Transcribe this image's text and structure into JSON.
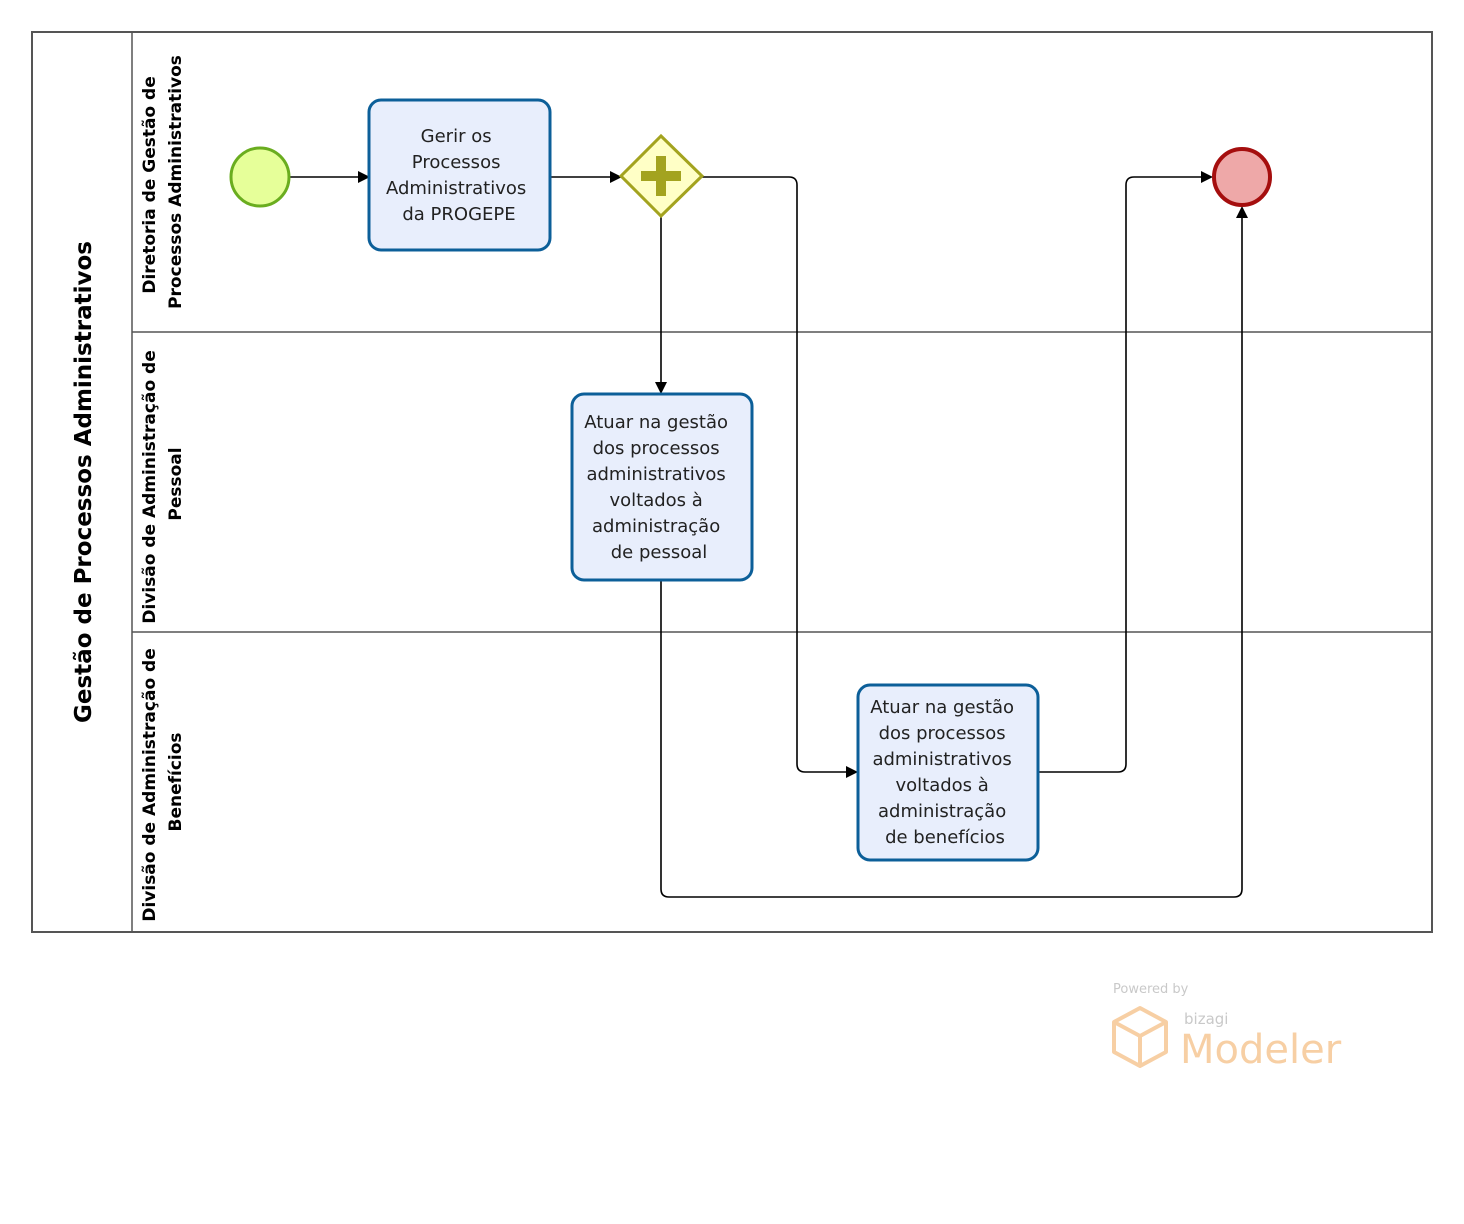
{
  "pool": {
    "title": "Gestão de Processos Administrativos"
  },
  "lanes": [
    {
      "title_lines": [
        "Diretoria de Gestão de",
        "Processos Administrativos"
      ]
    },
    {
      "title_lines": [
        "Divisão de Administração de",
        "Pessoal"
      ]
    },
    {
      "title_lines": [
        "Divisão de Administração de",
        "Benefícios"
      ]
    }
  ],
  "tasks": [
    {
      "lines": [
        "Gerir os",
        "Processos",
        "Administrativos",
        "da PROGEPE"
      ]
    },
    {
      "lines": [
        "Atuar na gestão",
        "dos processos",
        "administrativos",
        "voltados à",
        "administração",
        "de pessoal"
      ]
    },
    {
      "lines": [
        "Atuar na gestão",
        "dos processos",
        "administrativos",
        "voltados à",
        "administração",
        "de benefícios"
      ]
    }
  ],
  "colors": {
    "start_event_fill": "#e6ff99",
    "start_event_stroke": "#6aad1f",
    "end_event_fill": "#eea8a8",
    "end_event_stroke": "#a50e0e",
    "gateway_fill": "#ffffc6",
    "gateway_stroke": "#a3a31f",
    "gateway_plus": "#a3a31f",
    "task_fill": "#e8eefc",
    "task_stroke": "#0c5f99"
  },
  "watermark": {
    "powered_by": "Powered by",
    "brand": "bizagi",
    "product": "Modeler"
  }
}
